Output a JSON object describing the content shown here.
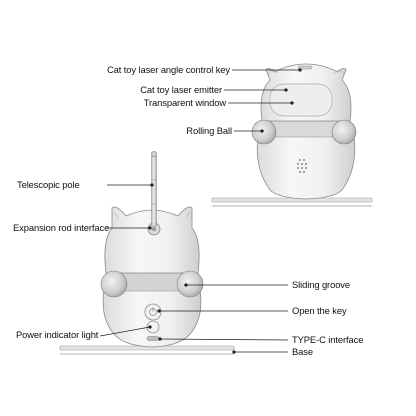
{
  "callouts": {
    "angle_key": "Cat toy laser angle control key",
    "laser_emitter": "Cat toy laser emitter",
    "window": "Transparent window",
    "rolling_ball": "Rolling Ball",
    "telescopic_pole": "Telescopic pole",
    "expansion_interface": "Expansion rod interface",
    "sliding_groove": "Sliding groove",
    "open_key": "Open the key",
    "power_light": "Power indicator light",
    "typec": "TYPE-C interface",
    "base": "Base"
  },
  "colors": {
    "outline": "#8a8a8a",
    "fill_light": "#f4f4f4",
    "fill_mid": "#e6e6e6",
    "fill_dark": "#bdbdbd",
    "leader": "#222222"
  }
}
